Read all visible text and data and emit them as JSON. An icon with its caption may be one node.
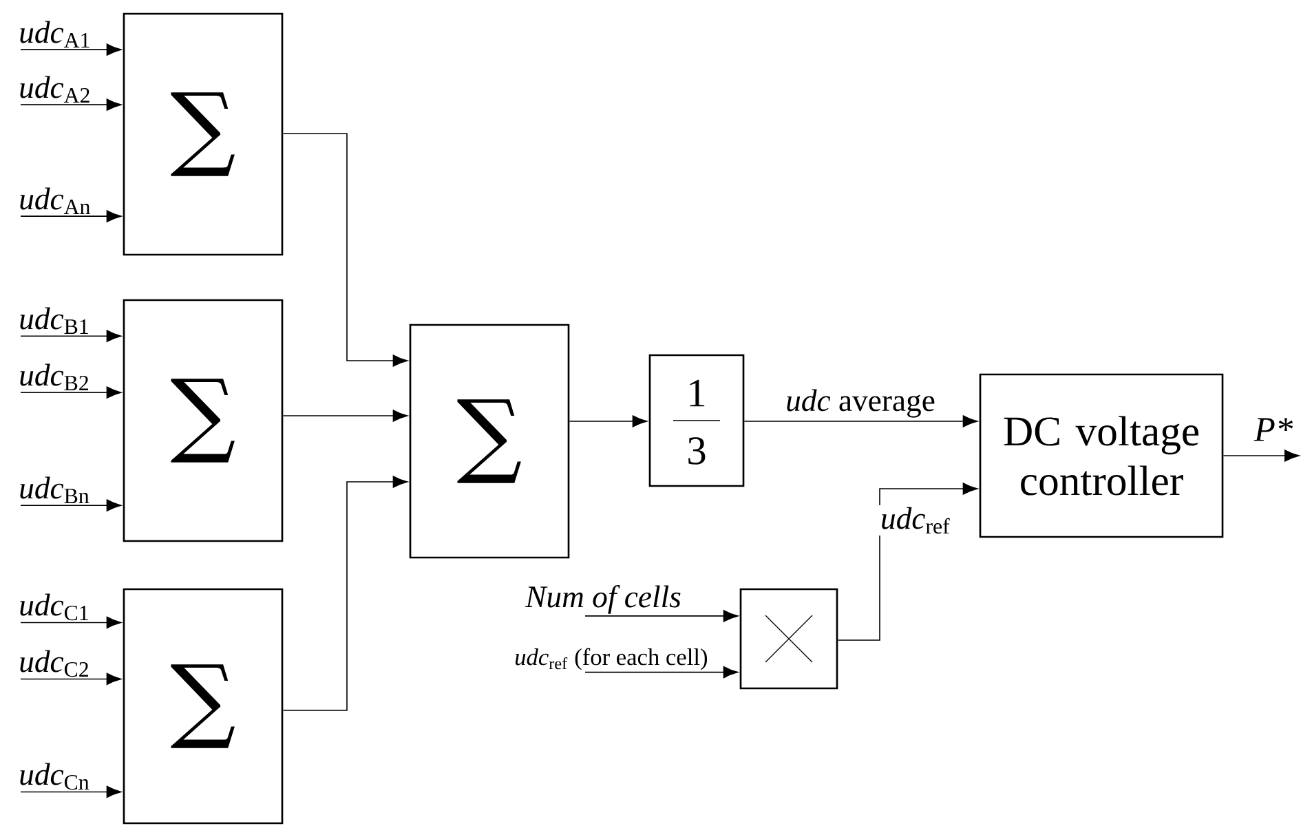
{
  "diagram": {
    "nodes": [
      {
        "text": [
          "∑"
        ]
      },
      {
        "text": [
          "∑"
        ]
      },
      {
        "text": [
          "∑"
        ]
      },
      {
        "text": [
          "∑"
        ]
      },
      {
        "text": [
          "1",
          "3"
        ]
      },
      {
        "text": [
          "DC voltage controller"
        ]
      },
      {
        "text": [],
        "shape": "box"
      },
      {
        "text": [
          "*udc*$_{A1}$"
        ]
      },
      {
        "text": [
          "*udc*$_{A2}$"
        ]
      },
      {
        "text": [
          "*udc*$_{An}$"
        ]
      },
      {
        "text": [
          "*udc*$_{B1}$"
        ]
      },
      {
        "text": [
          "*udc*$_{B2}$"
        ]
      },
      {
        "text": [
          "*udc*$_{Bn}$"
        ]
      },
      {
        "text": [
          "*udc*$_{C1}$"
        ]
      },
      {
        "text": [
          "*udc*$_{C2}$"
        ]
      },
      {
        "text": [
          "*udc*$_{Cn}$"
        ]
      },
      {
        "text": [
          "Num of cells"
        ]
      },
      {
        "text": [
          "*udc*$_{ref}$ (for each cell)"
        ]
      }
    ],
    "edges": [
      {
        "from": 7,
        "to": 0,
        "arrow": "to"
      },
      {
        "from": 8,
        "to": 0,
        "arrow": "to"
      },
      {
        "from": 9,
        "to": 0,
        "arrow": "to"
      },
      {
        "from": 10,
        "to": 1,
        "arrow": "to"
      },
      {
        "from": 11,
        "to": 1,
        "arrow": "to"
      },
      {
        "from": 12,
        "to": 1,
        "arrow": "to"
      },
      {
        "from": 13,
        "to": 2,
        "arrow": "to"
      },
      {
        "from": 14,
        "to": 2,
        "arrow": "to"
      },
      {
        "from": 15,
        "to": 2,
        "arrow": "to"
      },
      {
        "from": 0,
        "to": 3,
        "arrow": "to"
      },
      {
        "from": 1,
        "to": 3,
        "arrow": "to"
      },
      {
        "from": 2,
        "to": 3,
        "arrow": "to"
      },
      {
        "from": 3,
        "to": 4,
        "arrow": "to"
      },
      {
        "from": 4,
        "to": 5,
        "arrow": "to",
        "label": "*udc* average"
      },
      {
        "from": 16,
        "to": 6,
        "arrow": "to"
      },
      {
        "from": 17,
        "to": 6,
        "arrow": "to"
      },
      {
        "from": 6,
        "to": 5,
        "arrow": "to",
        "label": "*udc*$_{ref}$"
      },
      {
        "from": 5,
        "to": null,
        "arrow": "to",
        "label": "P*"
      }
    ]
  }
}
